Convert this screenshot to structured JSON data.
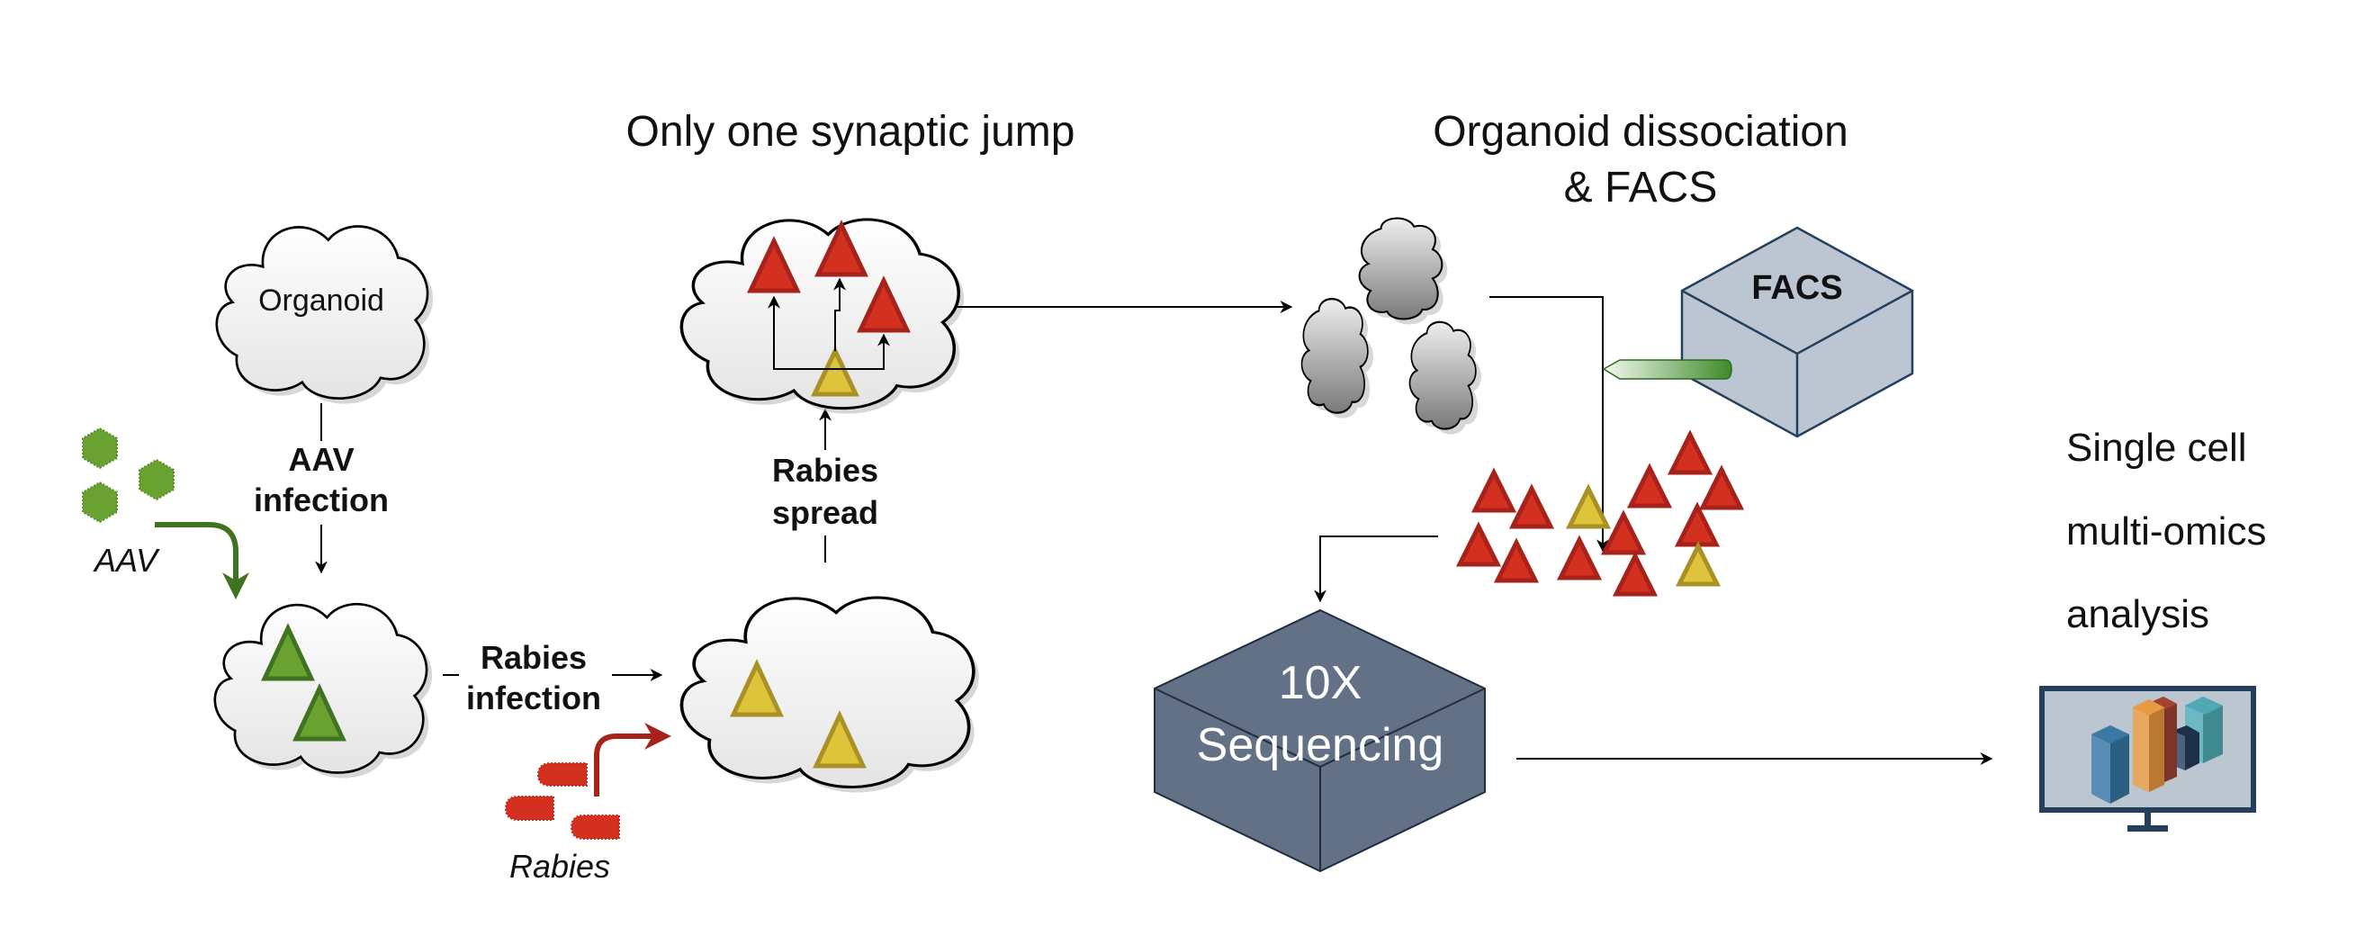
{
  "titles": {
    "synaptic_jump": "Only one synaptic jump",
    "dissociation_line1": "Organoid dissociation",
    "dissociation_line2": "& FACS",
    "analysis_line1": "Single cell",
    "analysis_line2": "multi-omics",
    "analysis_line3": "analysis"
  },
  "nodes": {
    "organoid": "Organoid",
    "facs": "FACS",
    "sequencing_line1": "10X",
    "sequencing_line2": "Sequencing"
  },
  "edge_labels": {
    "aav_infection_line1": "AAV",
    "aav_infection_line2": "infection",
    "rabies_infection_line1": "Rabies",
    "rabies_infection_line2": "infection",
    "rabies_spread_line1": "Rabies",
    "rabies_spread_line2": "spread"
  },
  "agents": {
    "aav": "AAV",
    "rabies": "Rabies"
  },
  "colors": {
    "aav_green": "#6AA232",
    "aav_arrow": "#3F7320",
    "rabies_red": "#D4301F",
    "rabies_red_dark": "#A6221A",
    "infected_yellow": "#DDC43A",
    "infected_yellow_dark": "#A99126",
    "facs_box": "#BCC6D2",
    "facs_stroke": "#23405E",
    "sequencing_box": "#637186",
    "monitor_frame": "#243F5C",
    "monitor_screen": "#BCC6D1"
  },
  "cell_populations": {
    "aav_cloud": [
      "green",
      "green"
    ],
    "rabies_cloud": [
      "yellow",
      "yellow"
    ],
    "synaptic_cloud": [
      "red",
      "red",
      "red",
      "yellow"
    ],
    "sorted_cells": [
      "red",
      "red",
      "yellow",
      "red",
      "red",
      "red",
      "red",
      "red",
      "red",
      "red",
      "red",
      "red",
      "yellow"
    ]
  }
}
